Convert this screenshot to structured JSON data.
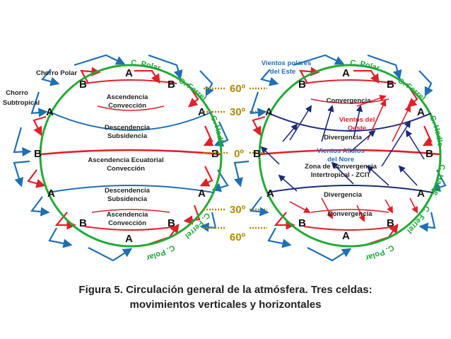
{
  "caption": {
    "line1": "Figura 5. Circulación general de la atmósfera. Tres celdas:",
    "line2": "movimientos verticales y horizontales"
  },
  "colors": {
    "globe": "#22aa33",
    "red": "#e0202a",
    "blue": "#1f6fb5",
    "navy": "#1c2a7a",
    "gold": "#b08a00",
    "cell_label": "#1aa83a"
  },
  "left": {
    "chorro_polar": "Chorro Polar",
    "chorro_subtropical_1": "Chorro",
    "chorro_subtropical_2": "Subtropical",
    "asc_top_1": "Ascendencia",
    "asc_top_2": "Convección",
    "desc_top_1": "Descendencia",
    "desc_top_2": "Subsidencia",
    "asc_eq_1": "Ascendencia Ecuatorial",
    "asc_eq_2": "Convección",
    "desc_bot_1": "Descendencia",
    "desc_bot_2": "Subsidencia",
    "asc_bot_1": "Ascendencia",
    "asc_bot_2": "Convección"
  },
  "right": {
    "vientos_polares_1": "Vientos polares",
    "vientos_polares_2": "del Este",
    "convergencia_top": "Convergencia",
    "vientos_oeste_1": "Vientos del",
    "vientos_oeste_2": "Oeste",
    "divergencia_top": "Divergencia",
    "alisios_1": "Vientos Alisios",
    "alisios_2": "del Nore",
    "zcit_1": "Zona de Convergencia",
    "zcit_2": "Intertropical - ZCIT",
    "divergencia_bot": "Divergencia",
    "convergencia_bot": "Convergencia"
  },
  "latitudes": {
    "n60": "60º",
    "n30": "30º",
    "eq": "0º",
    "s30": "30º",
    "s60": "60º"
  },
  "cells": {
    "polar": "C. Polar",
    "ferrel": "C. Ferrel",
    "hadley": "C. Hadley"
  },
  "pressure": {
    "high": "A",
    "low": "B"
  }
}
